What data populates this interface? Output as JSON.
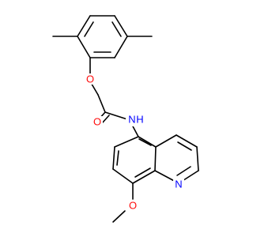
{
  "molecule": {
    "atom_labels": {
      "o_ether": "O",
      "o_carbonyl": "O",
      "nh": "N",
      "h": "H",
      "n_ring": "N",
      "o_methoxy": "O"
    },
    "colors": {
      "oxygen": "#ff0d0d",
      "nitrogen": "#0000ff",
      "bond": "#000000"
    }
  }
}
